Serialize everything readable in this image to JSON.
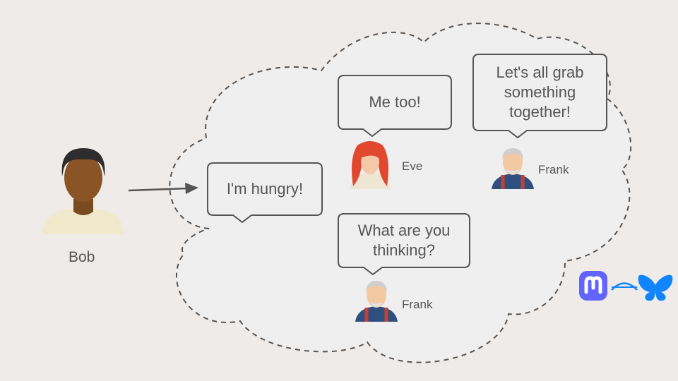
{
  "colors": {
    "background": "#efebe8",
    "cloud_fill": "#efefef",
    "cloud_stroke": "#555555",
    "bubble_stroke": "#555555",
    "text": "#555555",
    "mastodon": "#6364ff",
    "bluesky": "#1185fe"
  },
  "sender": {
    "name": "Bob",
    "icon": "man-avatar-icon"
  },
  "bubbles": {
    "bob": "I'm hungry!",
    "eve": "Me too!",
    "frank_top": [
      "Let's all grab",
      "something",
      "together!"
    ],
    "frank_bottom": [
      "What are you",
      "thinking?"
    ]
  },
  "people": {
    "eve": {
      "name": "Eve",
      "icon": "woman-avatar-icon"
    },
    "frank_top": {
      "name": "Frank",
      "icon": "old-man-avatar-icon"
    },
    "frank_bottom": {
      "name": "Frank",
      "icon": "old-man-avatar-icon"
    }
  },
  "logos": [
    "mastodon-logo-icon",
    "bridge-icon",
    "bluesky-butterfly-icon"
  ]
}
